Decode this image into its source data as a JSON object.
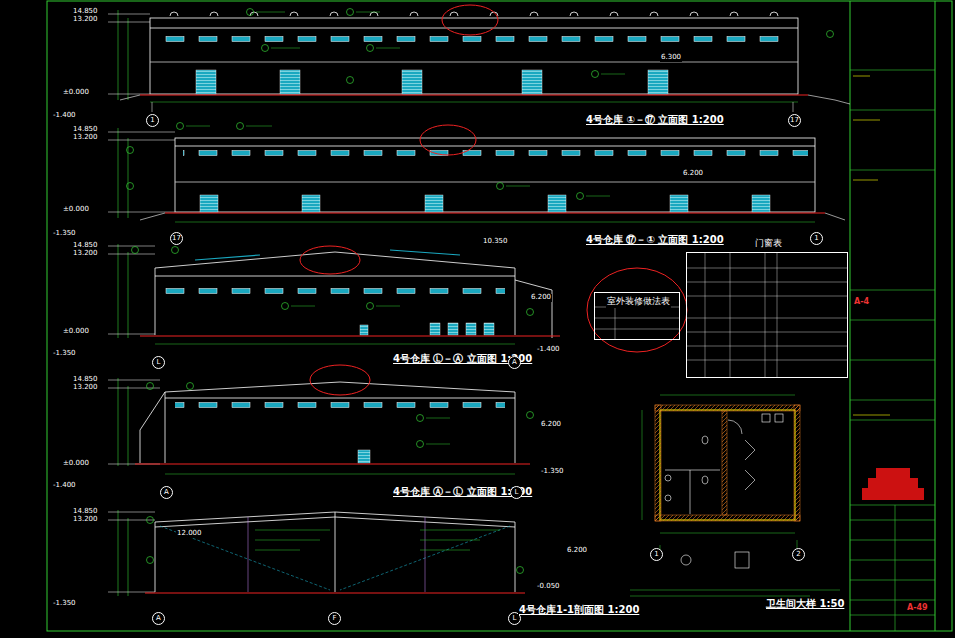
{
  "diagram": {
    "nodes": [
      {
        "text": [
          "门窗表"
        ]
      },
      {
        "text": [
          "室外装修做法表"
        ]
      }
    ],
    "labels": [
      "14.850",
      "13.200",
      "±0.000",
      "-1.400",
      "4号仓库 ①－⑰ 立面图 1:200",
      "6.300",
      "1",
      "17",
      "14.850",
      "13.200",
      "±0.000",
      "-1.350",
      "4号仓库 ⑰－① 立面图 1:200",
      "6.200",
      "17",
      "1",
      "14.850",
      "13.200",
      "10.350",
      "6.200",
      "±0.000",
      "-1.400",
      "-1.350",
      "4号仓库 Ⓛ－Ⓐ 立面图 1:200",
      "L",
      "A",
      "14.850",
      "13.200",
      "6.200",
      "±0.000",
      "-1.350",
      "-1.400",
      "4号仓库 Ⓐ－Ⓛ 立面图 1:200",
      "A",
      "L",
      "14.850",
      "13.200",
      "12.000",
      "6.200",
      "-0.050",
      "-1.350",
      "A",
      "F",
      "L",
      "4号仓库1-1剖面图 1:200",
      "卫生间大样 1:50",
      "1",
      "2",
      "A-49",
      "A-4"
    ]
  }
}
